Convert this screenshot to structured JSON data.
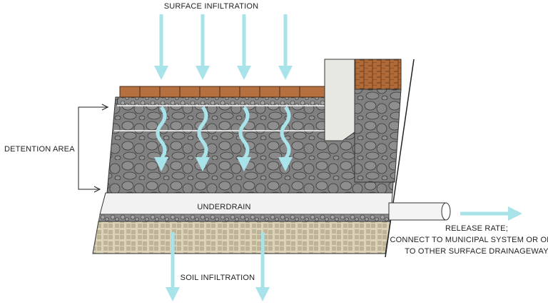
{
  "labels": {
    "surface_infiltration": "SURFACE INFILTRATION",
    "detention_area": "DETENTION AREA",
    "underdrain": "UNDERDRAIN",
    "soil_infiltration": "SOIL INFILTRATION",
    "release_rate": [
      "RELEASE RATE;",
      "CONNECT TO MUNICIPAL SYSTEM OR OPEN",
      "TO OTHER SURFACE DRAINAGEWAY"
    ]
  },
  "colors": {
    "arrow": "#a9e3ea",
    "gravel_dark": "#7d7d7d",
    "paver": "#b5703f",
    "soil": "#d9d0b6",
    "underdrain": "#f2f2f2"
  }
}
